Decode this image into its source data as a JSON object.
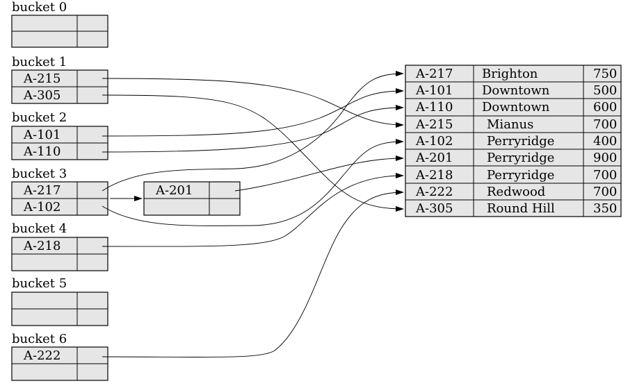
{
  "buckets": [
    {
      "label": "bucket 0",
      "entries": [
        "",
        ""
      ]
    },
    {
      "label": "bucket 1",
      "entries": [
        "A-215",
        "A-305"
      ]
    },
    {
      "label": "bucket 2",
      "entries": [
        "A-101",
        "A-110"
      ]
    },
    {
      "label": "bucket 3",
      "entries": [
        "A-217",
        "A-102"
      ]
    },
    {
      "label": "bucket 4",
      "entries": [
        "A-218",
        ""
      ]
    },
    {
      "label": "bucket 5",
      "entries": [
        "",
        ""
      ]
    },
    {
      "label": "bucket 6",
      "entries": [
        "A-222",
        ""
      ]
    }
  ],
  "overflow": {
    "entries": [
      "A-201",
      ""
    ]
  },
  "records": [
    {
      "account": "A-217",
      "branch": "Brighton",
      "balance": "750"
    },
    {
      "account": "A-101",
      "branch": "Downtown",
      "balance": "500"
    },
    {
      "account": "A-110",
      "branch": "Downtown",
      "balance": "600"
    },
    {
      "account": "A-215",
      "branch": "Mianus",
      "balance": "700"
    },
    {
      "account": "A-102",
      "branch": "Perryridge",
      "balance": "400"
    },
    {
      "account": "A-201",
      "branch": "Perryridge",
      "balance": "900"
    },
    {
      "account": "A-218",
      "branch": "Perryridge",
      "balance": "700"
    },
    {
      "account": "A-222",
      "branch": "Redwood",
      "balance": "700"
    },
    {
      "account": "A-305",
      "branch": "Round Hill",
      "balance": "350"
    }
  ],
  "pointers": [
    {
      "from": "bucket 1 / A-215",
      "to": "A-215"
    },
    {
      "from": "bucket 1 / A-305",
      "to": "A-305"
    },
    {
      "from": "bucket 2 / A-101",
      "to": "A-101"
    },
    {
      "from": "bucket 2 / A-110",
      "to": "A-110"
    },
    {
      "from": "bucket 3 / A-217",
      "to": "A-217"
    },
    {
      "from": "bucket 3 / A-102",
      "to": "A-102"
    },
    {
      "from": "bucket 3 overflow",
      "to": "A-201 bucket"
    },
    {
      "from": "overflow / A-201",
      "to": "A-201"
    },
    {
      "from": "bucket 4 / A-218",
      "to": "A-218"
    },
    {
      "from": "bucket 6 / A-222",
      "to": "A-222"
    }
  ]
}
